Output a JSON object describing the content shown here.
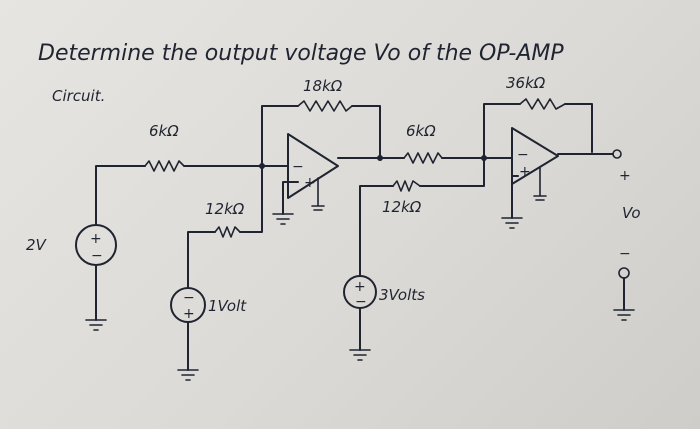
{
  "question": {
    "line1": "Determine the output voltage Vo of the OP-AMP",
    "line2": "Circuit."
  },
  "labels": {
    "r_feedback_1": "18kΩ",
    "r_feedback_2": "36kΩ",
    "r_input_a": "6kΩ",
    "r_input_b": "6kΩ",
    "r_input_c": "12kΩ",
    "r_input_d": "12kΩ",
    "source_2v": "2V",
    "source_1v": "1Volt",
    "source_3v": "3Volts",
    "output": "Vo",
    "plus": "+",
    "minus": "−"
  }
}
